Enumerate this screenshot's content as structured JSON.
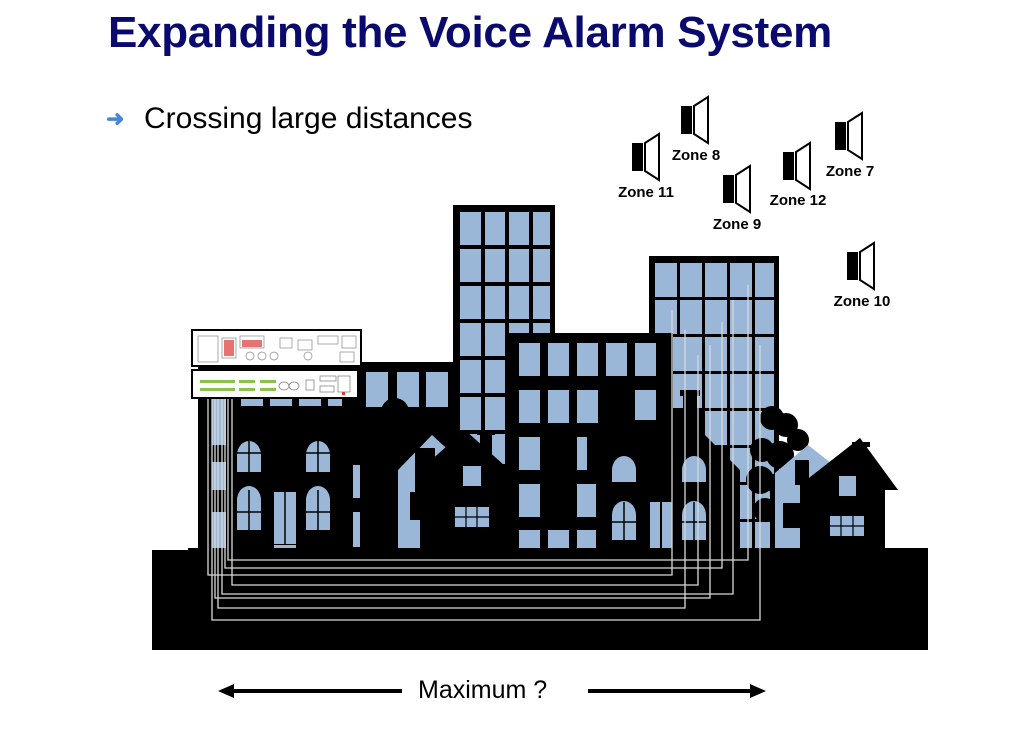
{
  "slide": {
    "title": "Expanding the Voice Alarm System",
    "bullets": [
      {
        "icon": "arrow-right-icon",
        "text": "Crossing large distances"
      }
    ]
  },
  "zones": [
    {
      "id": "zone-8",
      "label": "Zone 8"
    },
    {
      "id": "zone-11",
      "label": "Zone 11"
    },
    {
      "id": "zone-9",
      "label": "Zone 9"
    },
    {
      "id": "zone-12",
      "label": "Zone 12"
    },
    {
      "id": "zone-7",
      "label": "Zone 7"
    },
    {
      "id": "zone-10",
      "label": "Zone 10"
    }
  ],
  "distance": {
    "label": "Maximum ?"
  },
  "colors": {
    "title": "#0a0a6e",
    "bullet_arrow": "#4a86d8",
    "window": "#9ab7d8",
    "silhouette": "#000000",
    "cable": "#d9d9d9",
    "device_green": "#8bc34a"
  }
}
